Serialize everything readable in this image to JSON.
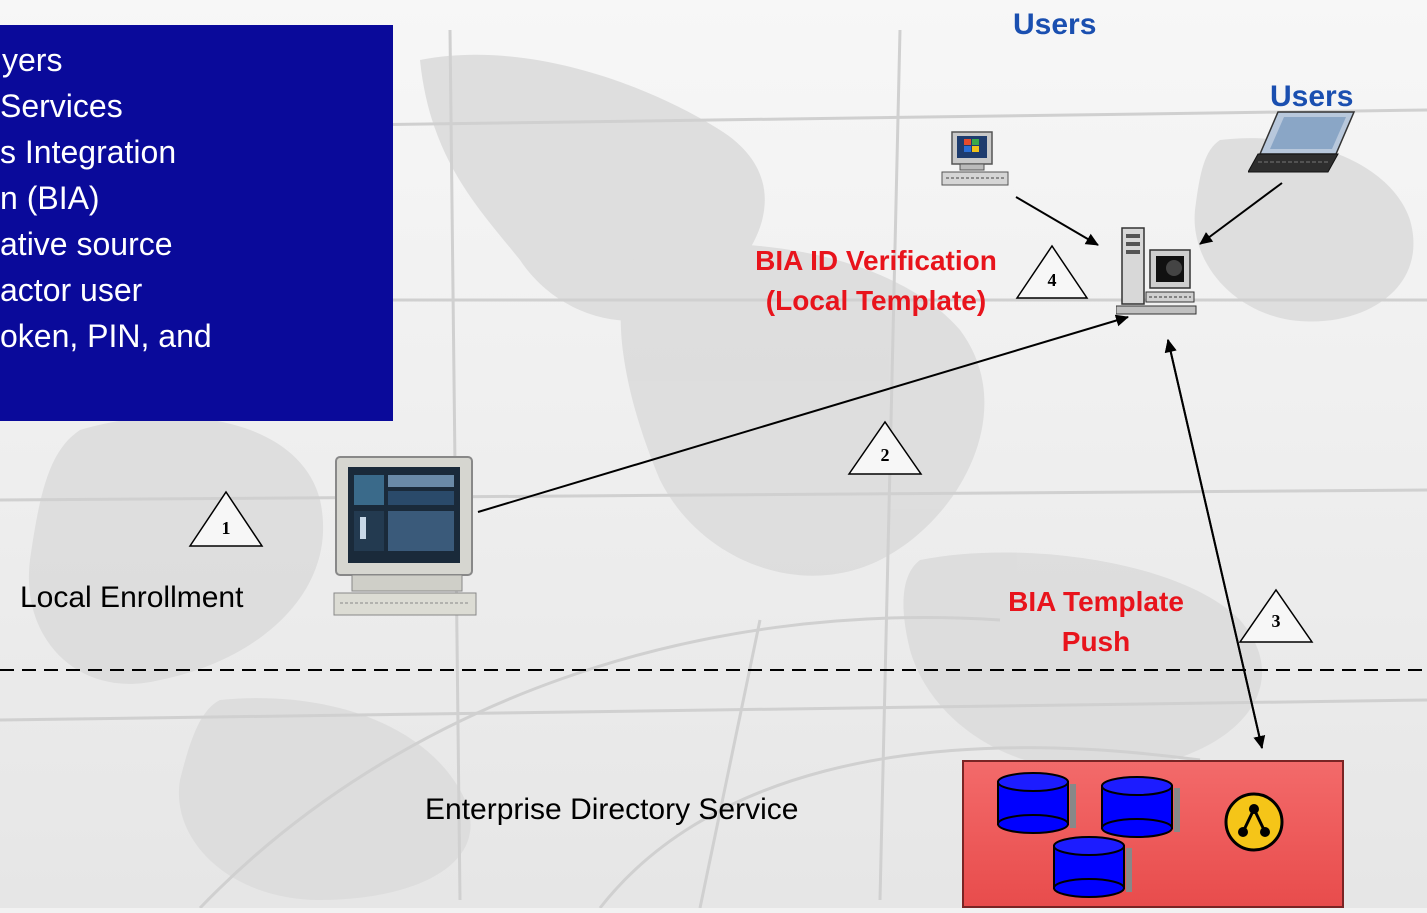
{
  "text_box": {
    "lines": [
      "yers",
      "Services",
      "s Integration",
      "n (BIA)",
      "ative source",
      "actor user",
      "oken, PIN, and"
    ]
  },
  "labels": {
    "users_top": "Users",
    "users_right": "Users",
    "bia_id_verification_line1": "BIA ID Verification",
    "bia_id_verification_line2": "(Local Template)",
    "local_enrollment": "Local Enrollment",
    "bia_template_push_line1": "BIA Template",
    "bia_template_push_line2": "Push",
    "enterprise_directory_service": "Enterprise Directory Service"
  },
  "steps": [
    "1",
    "2",
    "3",
    "4"
  ],
  "colors": {
    "box_blue": "#0a0a9a",
    "label_blue": "#1a4fb0",
    "label_red": "#e8141c",
    "directory_box": "#f15a5a",
    "database": "#0000ff"
  },
  "icons": {
    "desktop_workstation": "windows-pc-icon",
    "laptop": "laptop-icon",
    "server": "server-tower-icon",
    "enrollment_station": "crt-workstation-icon",
    "database": "database-cylinder-icon",
    "directory_node": "network-node-icon"
  }
}
